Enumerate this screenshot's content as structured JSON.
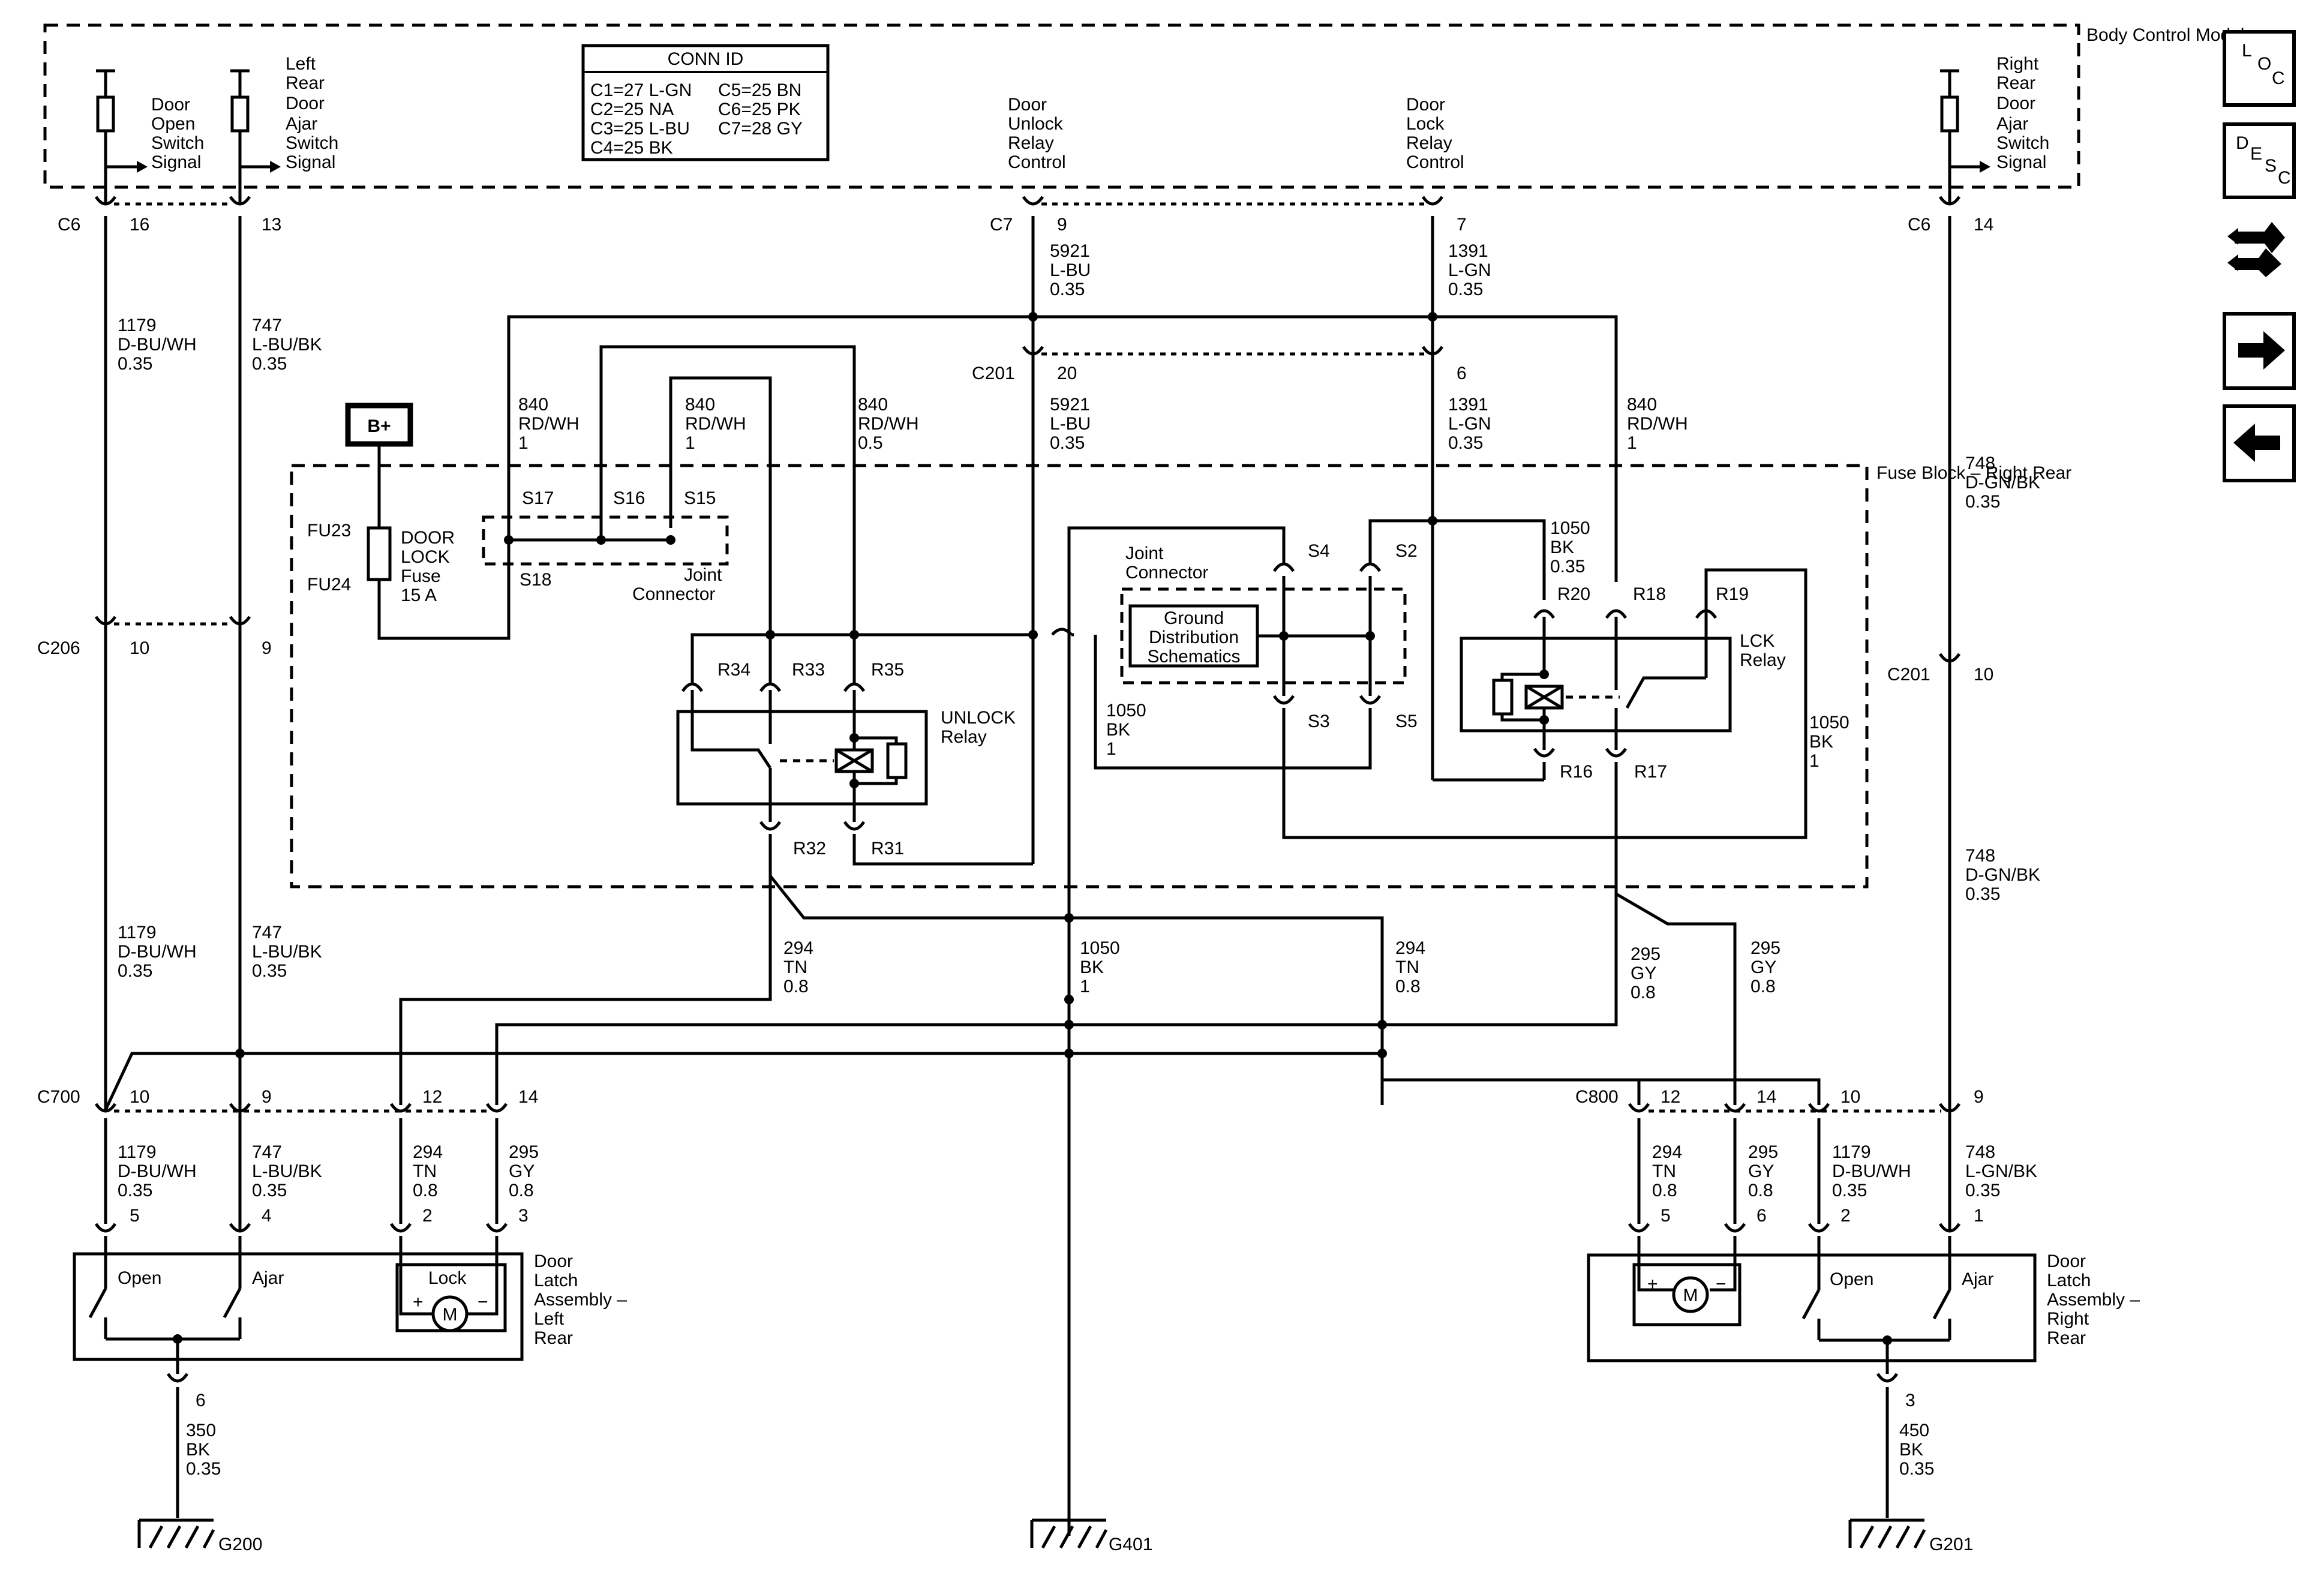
{
  "bcm_label": "Body Control Module",
  "fuse_block_label": "Fuse Block – Right Rear",
  "conn_id": {
    "title": "CONN ID",
    "rows": [
      "C1=27 L-GN",
      "C2=25 NA",
      "C3=25 L-BU",
      "C4=25 BK"
    ],
    "rows_right": [
      "C5=25 BN",
      "C6=25 PK",
      "C7=28 GY"
    ]
  },
  "signals": {
    "door_open": [
      "Door",
      "Open",
      "Switch",
      "Signal"
    ],
    "lr_ajar": [
      "Left",
      "Rear",
      "Door",
      "Ajar",
      "Switch",
      "Signal"
    ],
    "unlock_ctrl": [
      "Door",
      "Unlock",
      "Relay",
      "Control"
    ],
    "lock_ctrl": [
      "Door",
      "Lock",
      "Relay",
      "Control"
    ],
    "rr_ajar": [
      "Right",
      "Rear",
      "Door",
      "Ajar",
      "Switch",
      "Signal"
    ]
  },
  "connectors": {
    "c6": "C6",
    "c7": "C7",
    "c201": "C201",
    "c206": "C206",
    "c700": "C700",
    "c800": "C800"
  },
  "pins": {
    "c6_16": "16",
    "c6_13": "13",
    "c7_9": "9",
    "c7_7": "7",
    "c6_14": "14",
    "c201_20": "20",
    "c201_6": "6",
    "c206_10": "10",
    "c206_9": "9",
    "c201_10": "10",
    "c700_10": "10",
    "c700_9": "9",
    "c700_12": "12",
    "c700_14": "14",
    "c800_12": "12",
    "c800_14": "14",
    "c800_10": "10",
    "c800_9": "9",
    "ll_5": "5",
    "ll_4": "4",
    "ll_2": "2",
    "ll_3": "3",
    "ll_6": "6",
    "rl_5": "5",
    "rl_6": "6",
    "rl_2": "2",
    "rl_1": "1",
    "rl_3": "3"
  },
  "wires": {
    "w1179": [
      "1179",
      "D-BU/WH",
      "0.35"
    ],
    "w747": [
      "747",
      "L-BU/BK",
      "0.35"
    ],
    "w5921": [
      "5921",
      "L-BU",
      "0.35"
    ],
    "w1391": [
      "1391",
      "L-GN",
      "0.35"
    ],
    "w840_1": [
      "840",
      "RD/WH",
      "1"
    ],
    "w840_05": [
      "840",
      "RD/WH",
      "0.5"
    ],
    "w748": [
      "748",
      "D-GN/BK",
      "0.35"
    ],
    "w748b": [
      "748",
      "L-GN/BK",
      "0.35"
    ],
    "w1050_035": [
      "1050",
      "BK",
      "0.35"
    ],
    "w1050_1": [
      "1050",
      "BK",
      "1"
    ],
    "w294": [
      "294",
      "TN",
      "0.8"
    ],
    "w295": [
      "295",
      "GY",
      "0.8"
    ],
    "w350": [
      "350",
      "BK",
      "0.35"
    ],
    "w450": [
      "450",
      "BK",
      "0.35"
    ]
  },
  "fuse": {
    "bplus": "B+",
    "fu23": "FU23",
    "fu24": "FU24",
    "name": [
      "DOOR",
      "LOCK",
      "Fuse",
      "15 A"
    ]
  },
  "splices": {
    "s17": "S17",
    "s16": "S16",
    "s15": "S15",
    "s18": "S18",
    "s4": "S4",
    "s2": "S2",
    "s3": "S3",
    "s5": "S5",
    "jc1": [
      "Joint",
      "Connector"
    ],
    "jc2": [
      "Joint",
      "Connector"
    ],
    "gds": [
      "Ground",
      "Distribution",
      "Schematics"
    ]
  },
  "unlock_relay": {
    "name": [
      "UNLOCK",
      "Relay"
    ],
    "r34": "R34",
    "r33": "R33",
    "r35": "R35",
    "r32": "R32",
    "r31": "R31"
  },
  "lck_relay": {
    "name": [
      "LCK",
      "Relay"
    ],
    "r20": "R20",
    "r18": "R18",
    "r19": "R19",
    "r16": "R16",
    "r17": "R17"
  },
  "latch_left": {
    "name": [
      "Door",
      "Latch",
      "Assembly –",
      "Left",
      "Rear"
    ],
    "open": "Open",
    "ajar": "Ajar",
    "lock": "Lock",
    "motor": "M",
    "plus": "+",
    "minus": "−"
  },
  "latch_right": {
    "name": [
      "Door",
      "Latch",
      "Assembly –",
      "Right",
      "Rear"
    ],
    "open": "Open",
    "ajar": "Ajar",
    "motor": "M",
    "plus": "+",
    "minus": "−"
  },
  "grounds": {
    "g200": "G200",
    "g401": "G401",
    "g201": "G201"
  },
  "nav": {
    "loc": [
      "L",
      "O",
      "C"
    ],
    "desc": [
      "D",
      "E",
      "S",
      "C"
    ],
    "connector_icon": "connector-icon",
    "next_icon": "arrow-right-icon",
    "prev_icon": "arrow-left-icon"
  }
}
